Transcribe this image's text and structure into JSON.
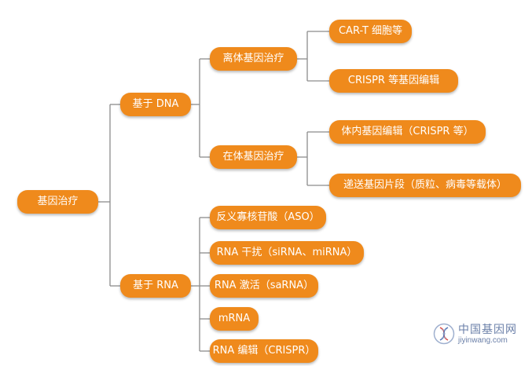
{
  "root": {
    "label": "基因治疗"
  },
  "dna_branch": {
    "label": "基于 DNA",
    "ex_vivo": {
      "label": "离体基因治疗",
      "children": [
        "CAR-T 细胞等",
        "CRISPR 等基因编辑"
      ]
    },
    "in_vivo": {
      "label": "在体基因治疗",
      "children": [
        "体内基因编辑（CRISPR 等）",
        "递送基因片段（质粒、病毒等载体）"
      ]
    }
  },
  "rna_branch": {
    "label": "基于 RNA",
    "children": [
      "反义寡核苷酸（ASO）",
      "RNA 干扰（siRNA、miRNA）",
      "RNA 激活（saRNA）",
      "mRNA",
      "RNA 编辑（CRISPR）"
    ]
  },
  "watermark": {
    "title": "中国基因网",
    "url": "jiyinwang.com"
  },
  "colors": {
    "node": "#ef8a1c",
    "line": "#8c8c8c",
    "text": "#ffffff",
    "watermark": "#6a7fa8"
  }
}
